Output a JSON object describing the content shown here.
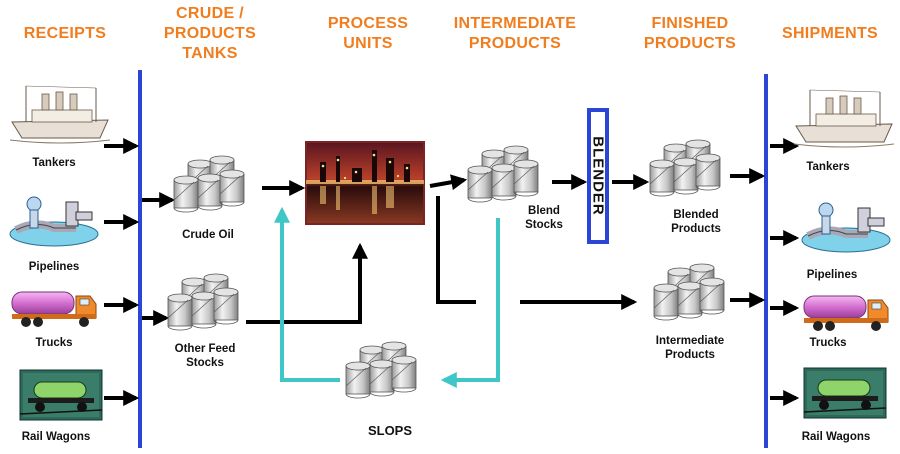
{
  "headers": {
    "receipts": "RECEIPTS",
    "crude_products_tanks": "CRUDE /\nPRODUCTS\nTANKS",
    "process_units": "PROCESS\nUNITS",
    "intermediate_products": "INTERMEDIATE\nPRODUCTS",
    "finished_products": "FINISHED\nPRODUCTS",
    "shipments": "SHIPMENTS"
  },
  "receipts": {
    "tankers": "Tankers",
    "pipelines": "Pipelines",
    "trucks": "Trucks",
    "rail_wagons": "Rail Wagons"
  },
  "tanks": {
    "crude_oil": "Crude Oil",
    "other_feed_stocks": "Other Feed\nStocks",
    "blend_stocks": "Blend\nStocks",
    "blended_products": "Blended\nProducts",
    "intermediate_products": "Intermediate\nProducts",
    "slops": "SLOPS"
  },
  "blender": "BLENDER",
  "shipments": {
    "tankers": "Tankers",
    "pipelines": "Pipelines",
    "trucks": "Trucks",
    "rail_wagons": "Rail Wagons"
  },
  "colors": {
    "header": "#f07d1e",
    "divider": "#2b45d6",
    "flow_arrow": "#000000",
    "slop_arrow": "#3fc7c7",
    "blender_border": "#2b45d6"
  }
}
